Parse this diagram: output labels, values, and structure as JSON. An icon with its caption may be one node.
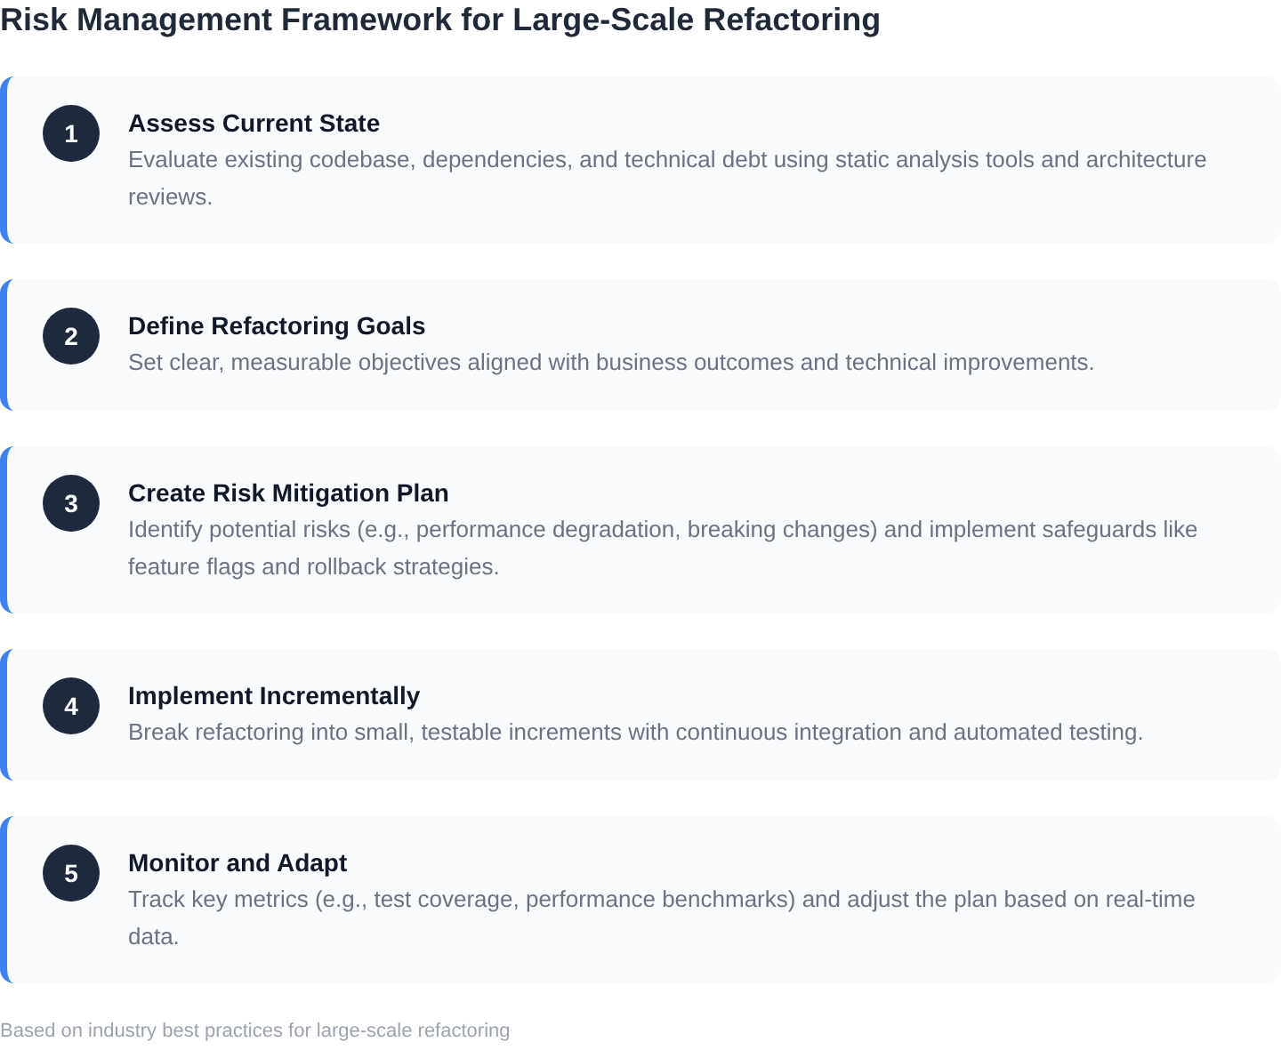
{
  "diagram": {
    "title": "Risk Management Framework for Large-Scale Refactoring",
    "nodes": [
      {
        "text": [
          "Assess Current State",
          "Evaluate existing codebase, dependencies, and technical debt using static analysis tools and architecture reviews."
        ]
      },
      {
        "text": [
          "1"
        ],
        "in": 0
      },
      {
        "text": [
          "Define Refactoring Goals",
          "Set clear, measurable objectives aligned with business outcomes and technical improvements."
        ]
      },
      {
        "text": [
          "2"
        ],
        "in": 2
      },
      {
        "text": [
          "Create Risk Mitigation Plan",
          "Identify potential risks (e.g., performance degradation, breaking changes) and implement safeguards like feature flags and rollback strategies."
        ]
      },
      {
        "text": [
          "3"
        ],
        "in": 4
      },
      {
        "text": [
          "Implement Incrementally",
          "Break refactoring into small, testable increments with continuous integration and automated testing."
        ]
      },
      {
        "text": [
          "4"
        ],
        "in": 6
      },
      {
        "text": [
          "Monitor and Adapt",
          "Track key metrics (e.g., test coverage, performance benchmarks) and adjust the plan based on real-time data."
        ]
      },
      {
        "text": [
          "5"
        ],
        "in": 8
      }
    ],
    "caption": "Based on industry best practices for large-scale refactoring"
  }
}
